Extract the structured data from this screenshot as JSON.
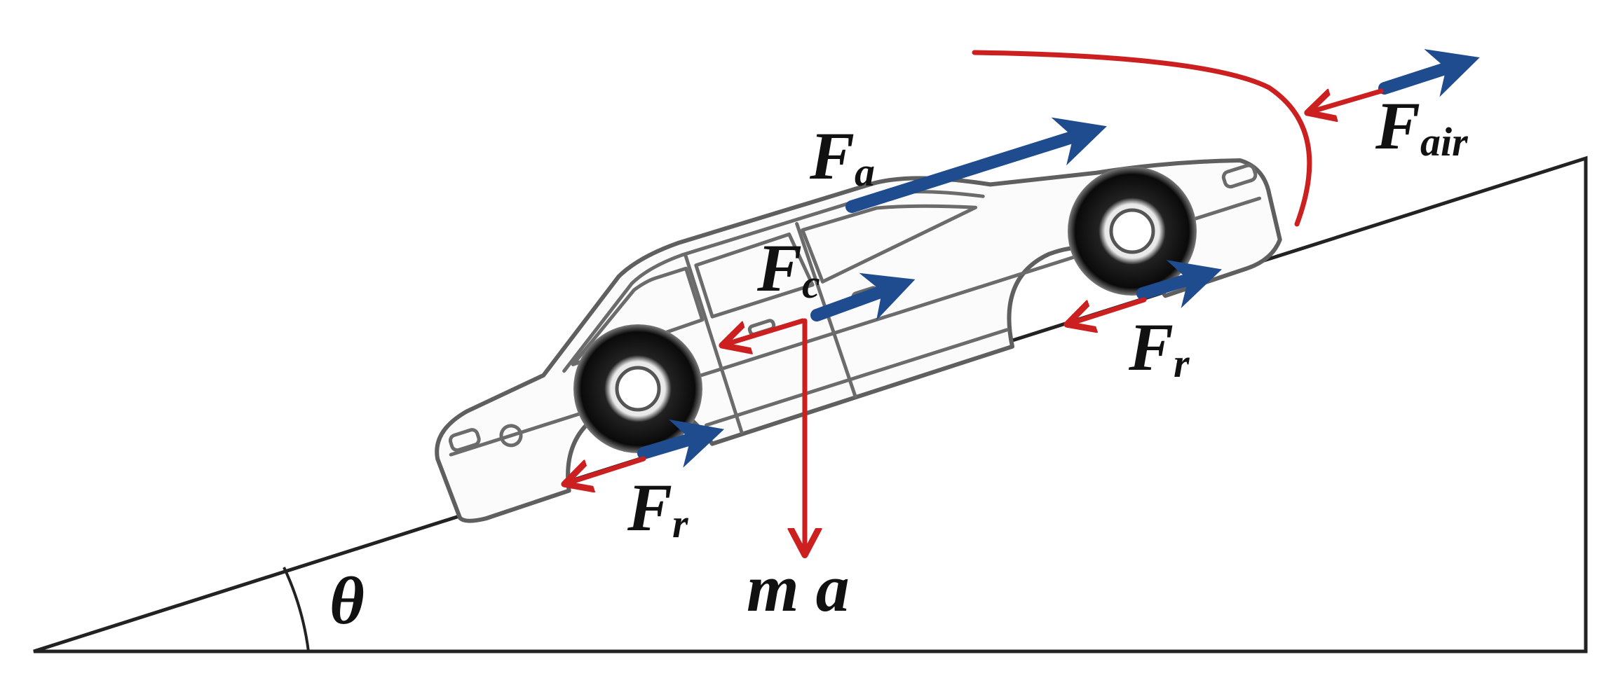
{
  "diagram": {
    "angle_label": "θ",
    "labels": {
      "fa": {
        "main": "F",
        "sub": "a"
      },
      "fc": {
        "main": "F",
        "sub": "c"
      },
      "fr_rear": {
        "main": "F",
        "sub": "r"
      },
      "fr_front": {
        "main": "F",
        "sub": "r"
      },
      "fair": {
        "main": "F",
        "sub": "air"
      },
      "ma": "m a"
    },
    "colors": {
      "drive_force": "#1f4b8f",
      "resistive_force": "#cc1f1f",
      "incline": "#222222",
      "car_outline": "#6b6b6b"
    }
  }
}
